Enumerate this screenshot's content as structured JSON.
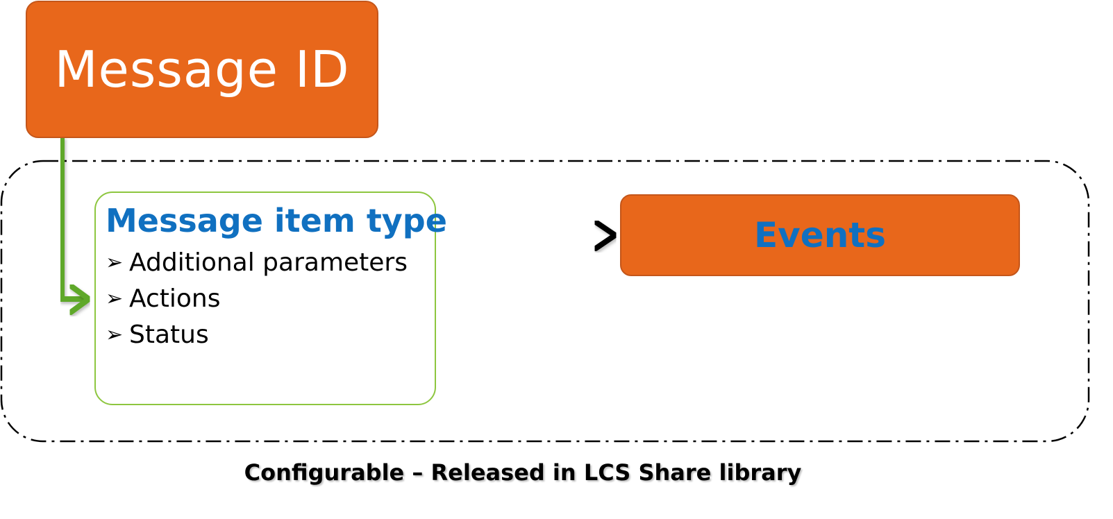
{
  "message_id": {
    "label": "Message ID"
  },
  "message_item_type": {
    "title": "Message item type",
    "items": [
      "Additional parameters",
      "Actions",
      "Status"
    ],
    "bullet_glyph": "➢"
  },
  "events": {
    "label": "Events"
  },
  "caption": "Configurable – Released in LCS Share library",
  "colors": {
    "orange": "#E8671B",
    "blue_text": "#1070C0",
    "green_arrow": "#5FA829",
    "green_border": "#8DC63F",
    "black": "#000000"
  }
}
